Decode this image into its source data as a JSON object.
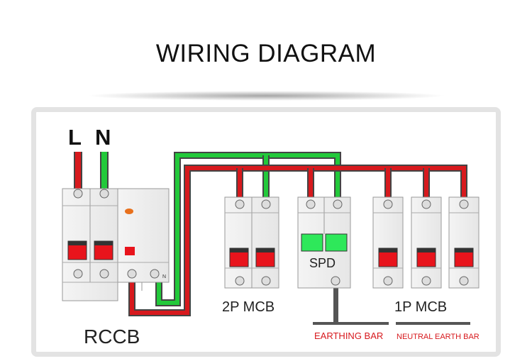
{
  "title": "WIRING DIAGRAM",
  "labels": {
    "line": "L",
    "neutral": "N",
    "rccb": "RCCB",
    "mcb_2p": "2P MCB",
    "spd": "SPD",
    "mcb_1p": "1P MCB",
    "earthing_bar": "EARTHING BAR",
    "neutral_earth_bar": "NEUTRAL EARTH BAR",
    "rccb_n_mark": "N"
  },
  "colors": {
    "live_wire": "#d7191d",
    "neutral_wire": "#22c93a",
    "earth_wire": "#555555",
    "switch_red": "#e8141c",
    "spd_window": "#2ee85a",
    "bar_label": "#d7191d"
  }
}
